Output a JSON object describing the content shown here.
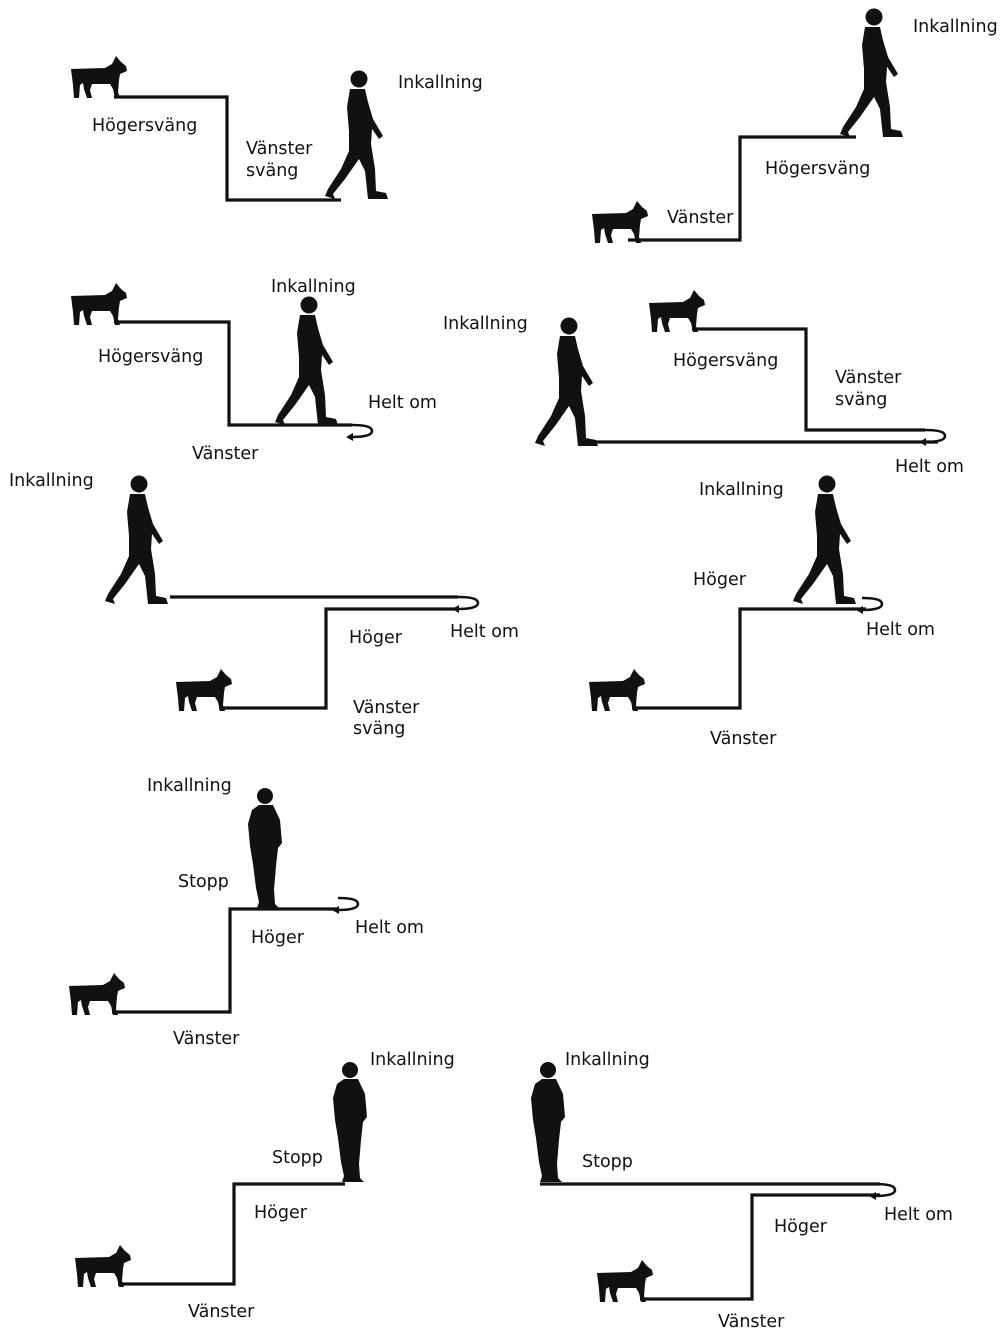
{
  "labels": {
    "inkallning": "Inkallning",
    "hogersvang": "Högersväng",
    "vanster": "Vänster",
    "vanster_svang_1": "Vänster",
    "vanster_svang_2": "sväng",
    "hoger": "Höger",
    "helt_om": "Helt om",
    "stopp": "Stopp"
  },
  "colors": {
    "ink": "#111111",
    "background": "#ffffff"
  },
  "icons": [
    "dog-icon",
    "walking-person-icon",
    "standing-person-icon",
    "u-turn-arrow-icon"
  ]
}
